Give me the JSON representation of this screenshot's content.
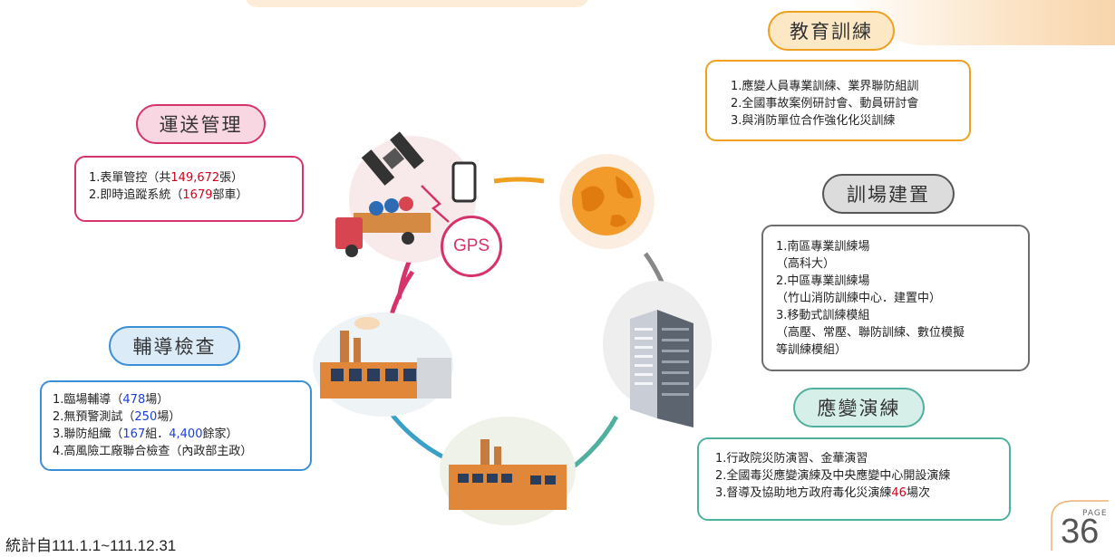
{
  "pills": {
    "transport": "運送管理",
    "guidance": "輔導檢查",
    "education": "教育訓練",
    "venue": "訓場建置",
    "drill": "應變演練"
  },
  "transport": {
    "l1_pre": "1.表單管控（共",
    "l1_num": "149,672",
    "l1_post": "張）",
    "l2_pre": "2.即時追蹤系統（",
    "l2_num": "1679",
    "l2_post": "部車）"
  },
  "guidance": {
    "l1_pre": "1.臨場輔導（",
    "l1_num": "478",
    "l1_post": "場）",
    "l2_pre": "2.無預警測試（",
    "l2_num": "250",
    "l2_post": "場）",
    "l3_pre": "3.聯防組織（",
    "l3_num1": "167",
    "l3_mid": "組．",
    "l3_num2": "4,400",
    "l3_post": "餘家）",
    "l4": "4.高風險工廠聯合檢查（內政部主政）"
  },
  "education": {
    "l1": "1.應變人員專業訓練、業界聯防組訓",
    "l2": "2.全國事故案例研討會、動員研討會",
    "l3": "3.與消防單位合作強化化災訓練"
  },
  "venue": {
    "l1": "1.南區專業訓練場",
    "l2": "（高科大）",
    "l3": "2.中區專業訓練場",
    "l4": "（竹山消防訓練中心．建置中）",
    "l5": "3.移動式訓練模組",
    "l6": "（高壓、常壓、聯防訓練、數位模擬",
    "l7": "等訓練模組）"
  },
  "drill": {
    "l1": "1.行政院災防演習、金華演習",
    "l2": "2.全國毒災應變演練及中央應變中心開設演練",
    "l3_pre": "3.督導及協助地方政府毒化災演練",
    "l3_num": "46",
    "l3_post": "場次"
  },
  "gps_label": "GPS",
  "footnote": "統計自111.1.1~111.12.31",
  "page": {
    "label": "PAGE",
    "number": "36"
  },
  "colors": {
    "pink": "#d6336c",
    "blue": "#3b8fd6",
    "orange": "#f0a020",
    "gray": "#6e6e6e",
    "teal": "#4fb0a0",
    "red": "#d0021b",
    "numblue": "#1a3fd6"
  }
}
